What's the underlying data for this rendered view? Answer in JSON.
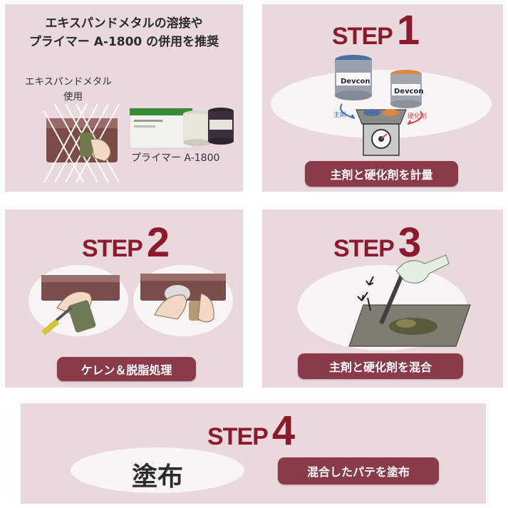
{
  "intro": {
    "title_line1": "エキスパンドメタルの溶接や",
    "title_line2": "プライマー A-1800 の併用を推奨",
    "expand_label_line1": "エキスパンドメタル",
    "expand_label_line2": "使用",
    "primer_label": "プライマー A-1800"
  },
  "step1": {
    "word": "STEP",
    "number": "1",
    "can_brand": "Devcon",
    "arrow_main": "主剤",
    "arrow_hardener": "硬化剤",
    "caption": "主剤と硬化剤を計量"
  },
  "step2": {
    "word": "STEP",
    "number": "2",
    "caption": "ケレン＆脱脂処理"
  },
  "step3": {
    "word": "STEP",
    "number": "3",
    "caption": "主剤と硬化剤を混合"
  },
  "step4": {
    "word": "STEP",
    "number": "4",
    "action": "塗布",
    "caption": "混合したパテを塗布"
  },
  "colors": {
    "panel": "#ead9dc",
    "step_text": "#8c1a2c",
    "pill": "#8a3a48",
    "ellipse": "#f9f5f6"
  }
}
